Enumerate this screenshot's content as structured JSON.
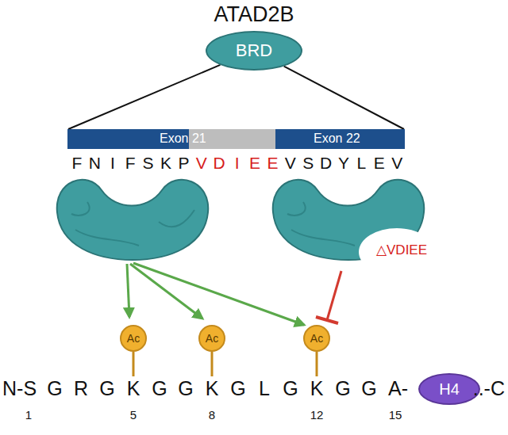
{
  "diagram": {
    "title": "ATAD2B",
    "nodes": [
      {
        "text": [
          "BRD"
        ]
      },
      {
        "text": [
          "Exon 21",
          "Exon 22"
        ]
      },
      {
        "text": [
          "Ac"
        ]
      },
      {
        "text": [
          "Ac"
        ]
      },
      {
        "text": [
          "Ac"
        ]
      },
      {
        "text": [
          "H4"
        ]
      }
    ],
    "edges": [
      {
        "from": 0,
        "to": 1,
        "arrow": "none"
      },
      {
        "from": 0,
        "to": 1,
        "arrow": "none"
      }
    ],
    "labels": [
      "F",
      "N",
      "I",
      "F",
      "S",
      "K",
      "P",
      "V",
      "D",
      "I",
      "E",
      "E",
      "V",
      "S",
      "D",
      "Y",
      "L",
      "E",
      "V",
      "△VDIEE",
      "N-S",
      "G",
      "R",
      "G",
      "K",
      "G",
      "G",
      "K",
      "G",
      "L",
      "G",
      "K",
      "G",
      "G",
      "A-",
      "..-C",
      "1",
      "5",
      "8",
      "12",
      "15"
    ]
  }
}
